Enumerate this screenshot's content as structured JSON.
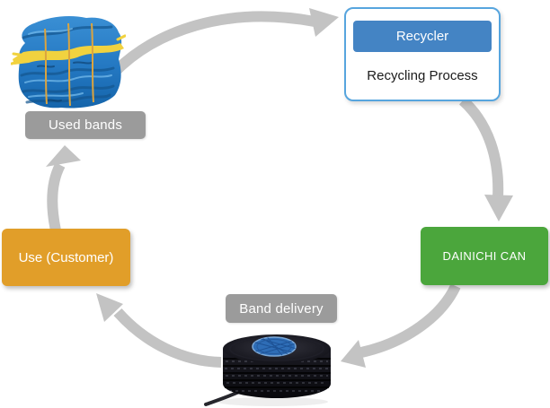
{
  "nodes": {
    "used_bands": {
      "label": "Used bands"
    },
    "recycler": {
      "title": "Recycler",
      "subtitle": "Recycling Process"
    },
    "dainichi_can": {
      "label": "DAINICHI CAN"
    },
    "band_delivery": {
      "label": "Band delivery"
    },
    "use_customer": {
      "label": "Use (Customer)"
    }
  },
  "images": {
    "used_bands_photo": "bale-of-compressed-blue-and-yellow-used-plastic-bands",
    "band_roll_photo": "black-strapping-band-roll-with-blue-core"
  },
  "colors": {
    "recycler_button_blue": "#4484c4",
    "recycler_box_border_blue": "#57a5de",
    "dainichi_green": "#4ba63c",
    "customer_orange": "#e19e29",
    "label_gray": "#9b9b9b",
    "arrow_gray": "#c3c3c3"
  },
  "arrows": [
    {
      "from": "used_bands",
      "to": "recycler"
    },
    {
      "from": "recycler",
      "to": "dainichi_can"
    },
    {
      "from": "dainichi_can",
      "to": "band_delivery"
    },
    {
      "from": "band_delivery",
      "to": "use_customer"
    },
    {
      "from": "use_customer",
      "to": "used_bands"
    }
  ]
}
